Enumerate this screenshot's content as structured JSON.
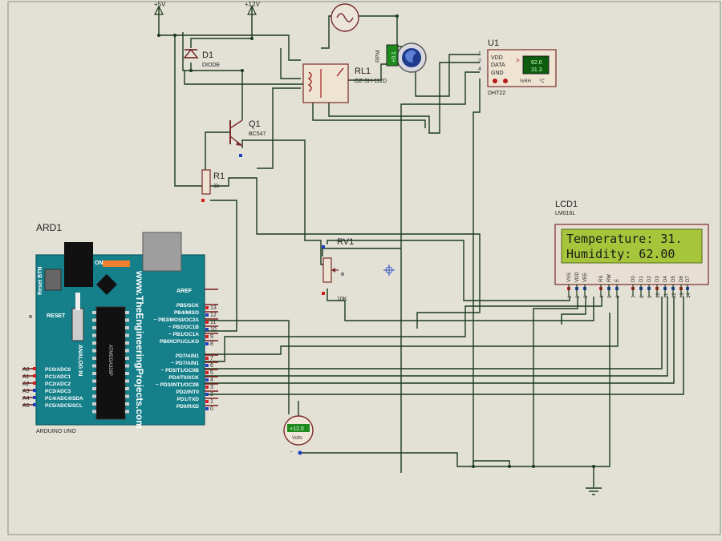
{
  "power": {
    "v5": "+5V",
    "v12": "+12V"
  },
  "diode": {
    "ref": "D1",
    "type": "DIODE"
  },
  "relay": {
    "ref": "RL1",
    "part": "OZ-SH-112D"
  },
  "transistor": {
    "ref": "Q1",
    "part": "BC547"
  },
  "resistor": {
    "ref": "R1",
    "value": "1k"
  },
  "pot": {
    "ref": "RV1",
    "value": "10K"
  },
  "motor": {
    "rpm": "+0.1",
    "unit": "RPM"
  },
  "dht": {
    "ref": "U1",
    "part": "DHT22",
    "pins": [
      "VDD",
      "DATA",
      "GND"
    ],
    "pin_numbers": [
      "1",
      "2",
      "4"
    ],
    "temp": "62.0",
    "hum": "31.3",
    "unit_label": "%RH",
    "unit_c": "°C"
  },
  "lcd": {
    "ref": "LCD1",
    "part": "LM016L",
    "line1": "Temperature: 31.",
    "line2": "Humidity: 62.00",
    "pins": [
      "VSS",
      "VDD",
      "VEE",
      "RS",
      "RW",
      "E",
      "D0",
      "D1",
      "D2",
      "D3",
      "D4",
      "D5",
      "D6",
      "D7"
    ],
    "pin_numbers": [
      "1",
      "2",
      "3",
      "4",
      "5",
      "6",
      "7",
      "8",
      "9",
      "10",
      "11",
      "12",
      "13",
      "14"
    ]
  },
  "arduino": {
    "ref": "ARD1",
    "name": "ARDUINO UNO",
    "site": "www.TheEngineeringProjects.com",
    "reset_btn": "Reset BTN",
    "on": "ON",
    "reset": "RESET",
    "analog": "ANALOG IN",
    "chip": "ATMEGA328P",
    "aref": "AREF",
    "right_pins": [
      {
        "label": "PB5/SCK",
        "num": "13"
      },
      {
        "label": "PB4/MISO",
        "num": "12"
      },
      {
        "label": "~ PB3/MOSI/OC2A",
        "num": "11"
      },
      {
        "label": "~ PB2/OC1B",
        "num": "10"
      },
      {
        "label": "~ PB1/OC1A",
        "num": "9"
      },
      {
        "label": "PB0/ICP1/CLKO",
        "num": "8"
      },
      {
        "label": "PD7/AIN1",
        "num": "7"
      },
      {
        "label": "~ PD7/AIN1",
        "num": "6"
      },
      {
        "label": "~ PD5/T1/OC0B",
        "num": "5"
      },
      {
        "label": "PD4/T0/XCK",
        "num": "4"
      },
      {
        "label": "~ PD3/INT1/OC2B",
        "num": "3"
      },
      {
        "label": "PD2/INT0",
        "num": "2"
      },
      {
        "label": "PD1/TXD",
        "num": "1"
      },
      {
        "label": "PD0/RXD",
        "num": "0"
      }
    ],
    "left_pins": [
      {
        "label": "PC0/ADC0",
        "num": "A0"
      },
      {
        "label": "PC1/ADC1",
        "num": "A1"
      },
      {
        "label": "PC2/ADC2",
        "num": "A2"
      },
      {
        "label": "PC3/ADC3",
        "num": "A3"
      },
      {
        "label": "PC4/ADC4/SDA",
        "num": "A4"
      },
      {
        "label": "PC5/ADC5/SCL",
        "num": "A5"
      }
    ]
  },
  "voltmeter": {
    "reading": "+12.0",
    "unit": "Volts"
  }
}
